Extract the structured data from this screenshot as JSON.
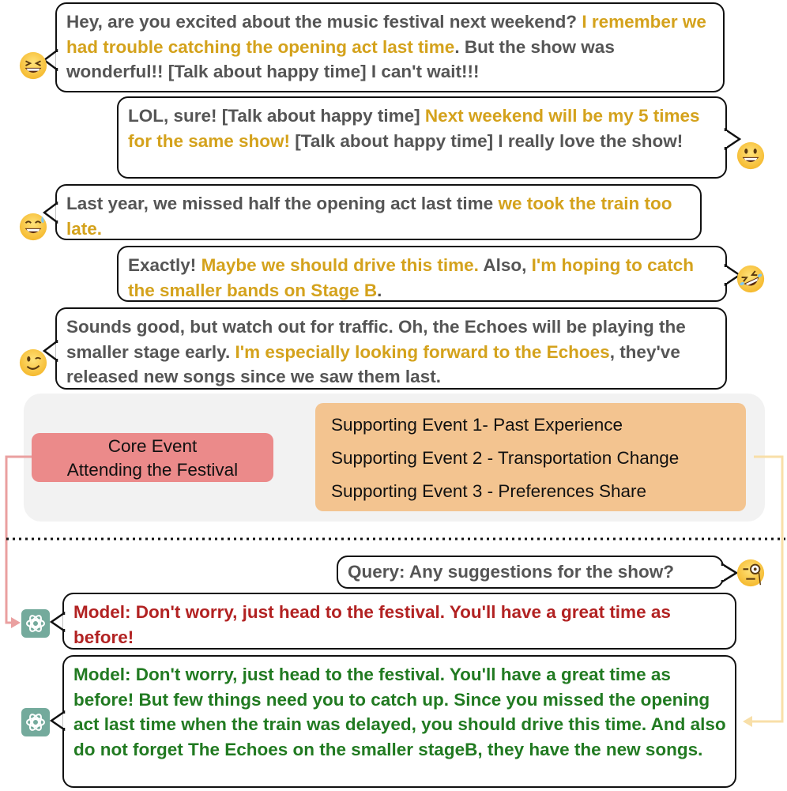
{
  "dialogue": [
    {
      "speaker": "A",
      "emoji": "grinning-squinting-face",
      "segments": [
        {
          "text": "Hey, are you excited about the music festival next weekend? ",
          "hl": false
        },
        {
          "text": "I remember we had trouble catching the opening act last time",
          "hl": true
        },
        {
          "text": ". But the show was wonderful!!  [Talk about happy time]  I can't wait!!!",
          "hl": false
        }
      ]
    },
    {
      "speaker": "B",
      "emoji": "grinning-face",
      "segments": [
        {
          "text": "LOL, sure!  [Talk about happy time] ",
          "hl": false
        },
        {
          "text": "Next weekend will be my 5 times for the same show!",
          "hl": true
        },
        {
          "text": " [Talk about happy time] I really love the show!",
          "hl": false
        }
      ]
    },
    {
      "speaker": "A",
      "emoji": "grinning-sweat-face",
      "segments": [
        {
          "text": "Last year, we missed half the opening act last time ",
          "hl": false
        },
        {
          "text": "we took the train too late.",
          "hl": true
        }
      ]
    },
    {
      "speaker": "B",
      "emoji": "rolling-laughing-face",
      "segments": [
        {
          "text": "Exactly! ",
          "hl": false
        },
        {
          "text": "Maybe we should drive this time.",
          "hl": true
        },
        {
          "text": " Also, ",
          "hl": false
        },
        {
          "text": "I'm hoping to catch the smaller bands on Stage B",
          "hl": true
        },
        {
          "text": ".",
          "hl": false
        }
      ]
    },
    {
      "speaker": "A",
      "emoji": "winking-face",
      "segments": [
        {
          "text": "Sounds good, but watch out for traffic. Oh, the Echoes will be playing the smaller stage early. ",
          "hl": false
        },
        {
          "text": "I'm especially looking forward to the Echoes",
          "hl": true
        },
        {
          "text": ", they've released new songs since we saw them last.",
          "hl": false
        }
      ]
    }
  ],
  "events": {
    "core_line1": "Core Event",
    "core_line2": "Attending the Festival",
    "supporting": [
      "Supporting Event 1- Past Experience",
      "Supporting Event 2 - Transportation Change",
      "Supporting Event 3 - Preferences Share"
    ]
  },
  "query": {
    "text": "Query: Any suggestions for the show?",
    "emoji": "monocle-face"
  },
  "responses": [
    {
      "text": "Model: Don't worry, just head to the festival. You'll have a great time as before!",
      "color": "#b22222"
    },
    {
      "text": "Model: Don't worry, just head to the festival. You'll have a great time as before! But few things need you to catch up. Since you missed the opening act last time when the train was delayed, you should drive this time. And also do not forget The Echoes on the smaller stageB, they have the new songs.",
      "color": "#217a21"
    }
  ],
  "colors": {
    "highlight": "#d4a21c",
    "core": "#eb8a8a",
    "support": "#f3c490",
    "red_arrow": "#eaa0a0",
    "yellow_arrow": "#f8dfa8",
    "gpt": "#74aa9c"
  }
}
